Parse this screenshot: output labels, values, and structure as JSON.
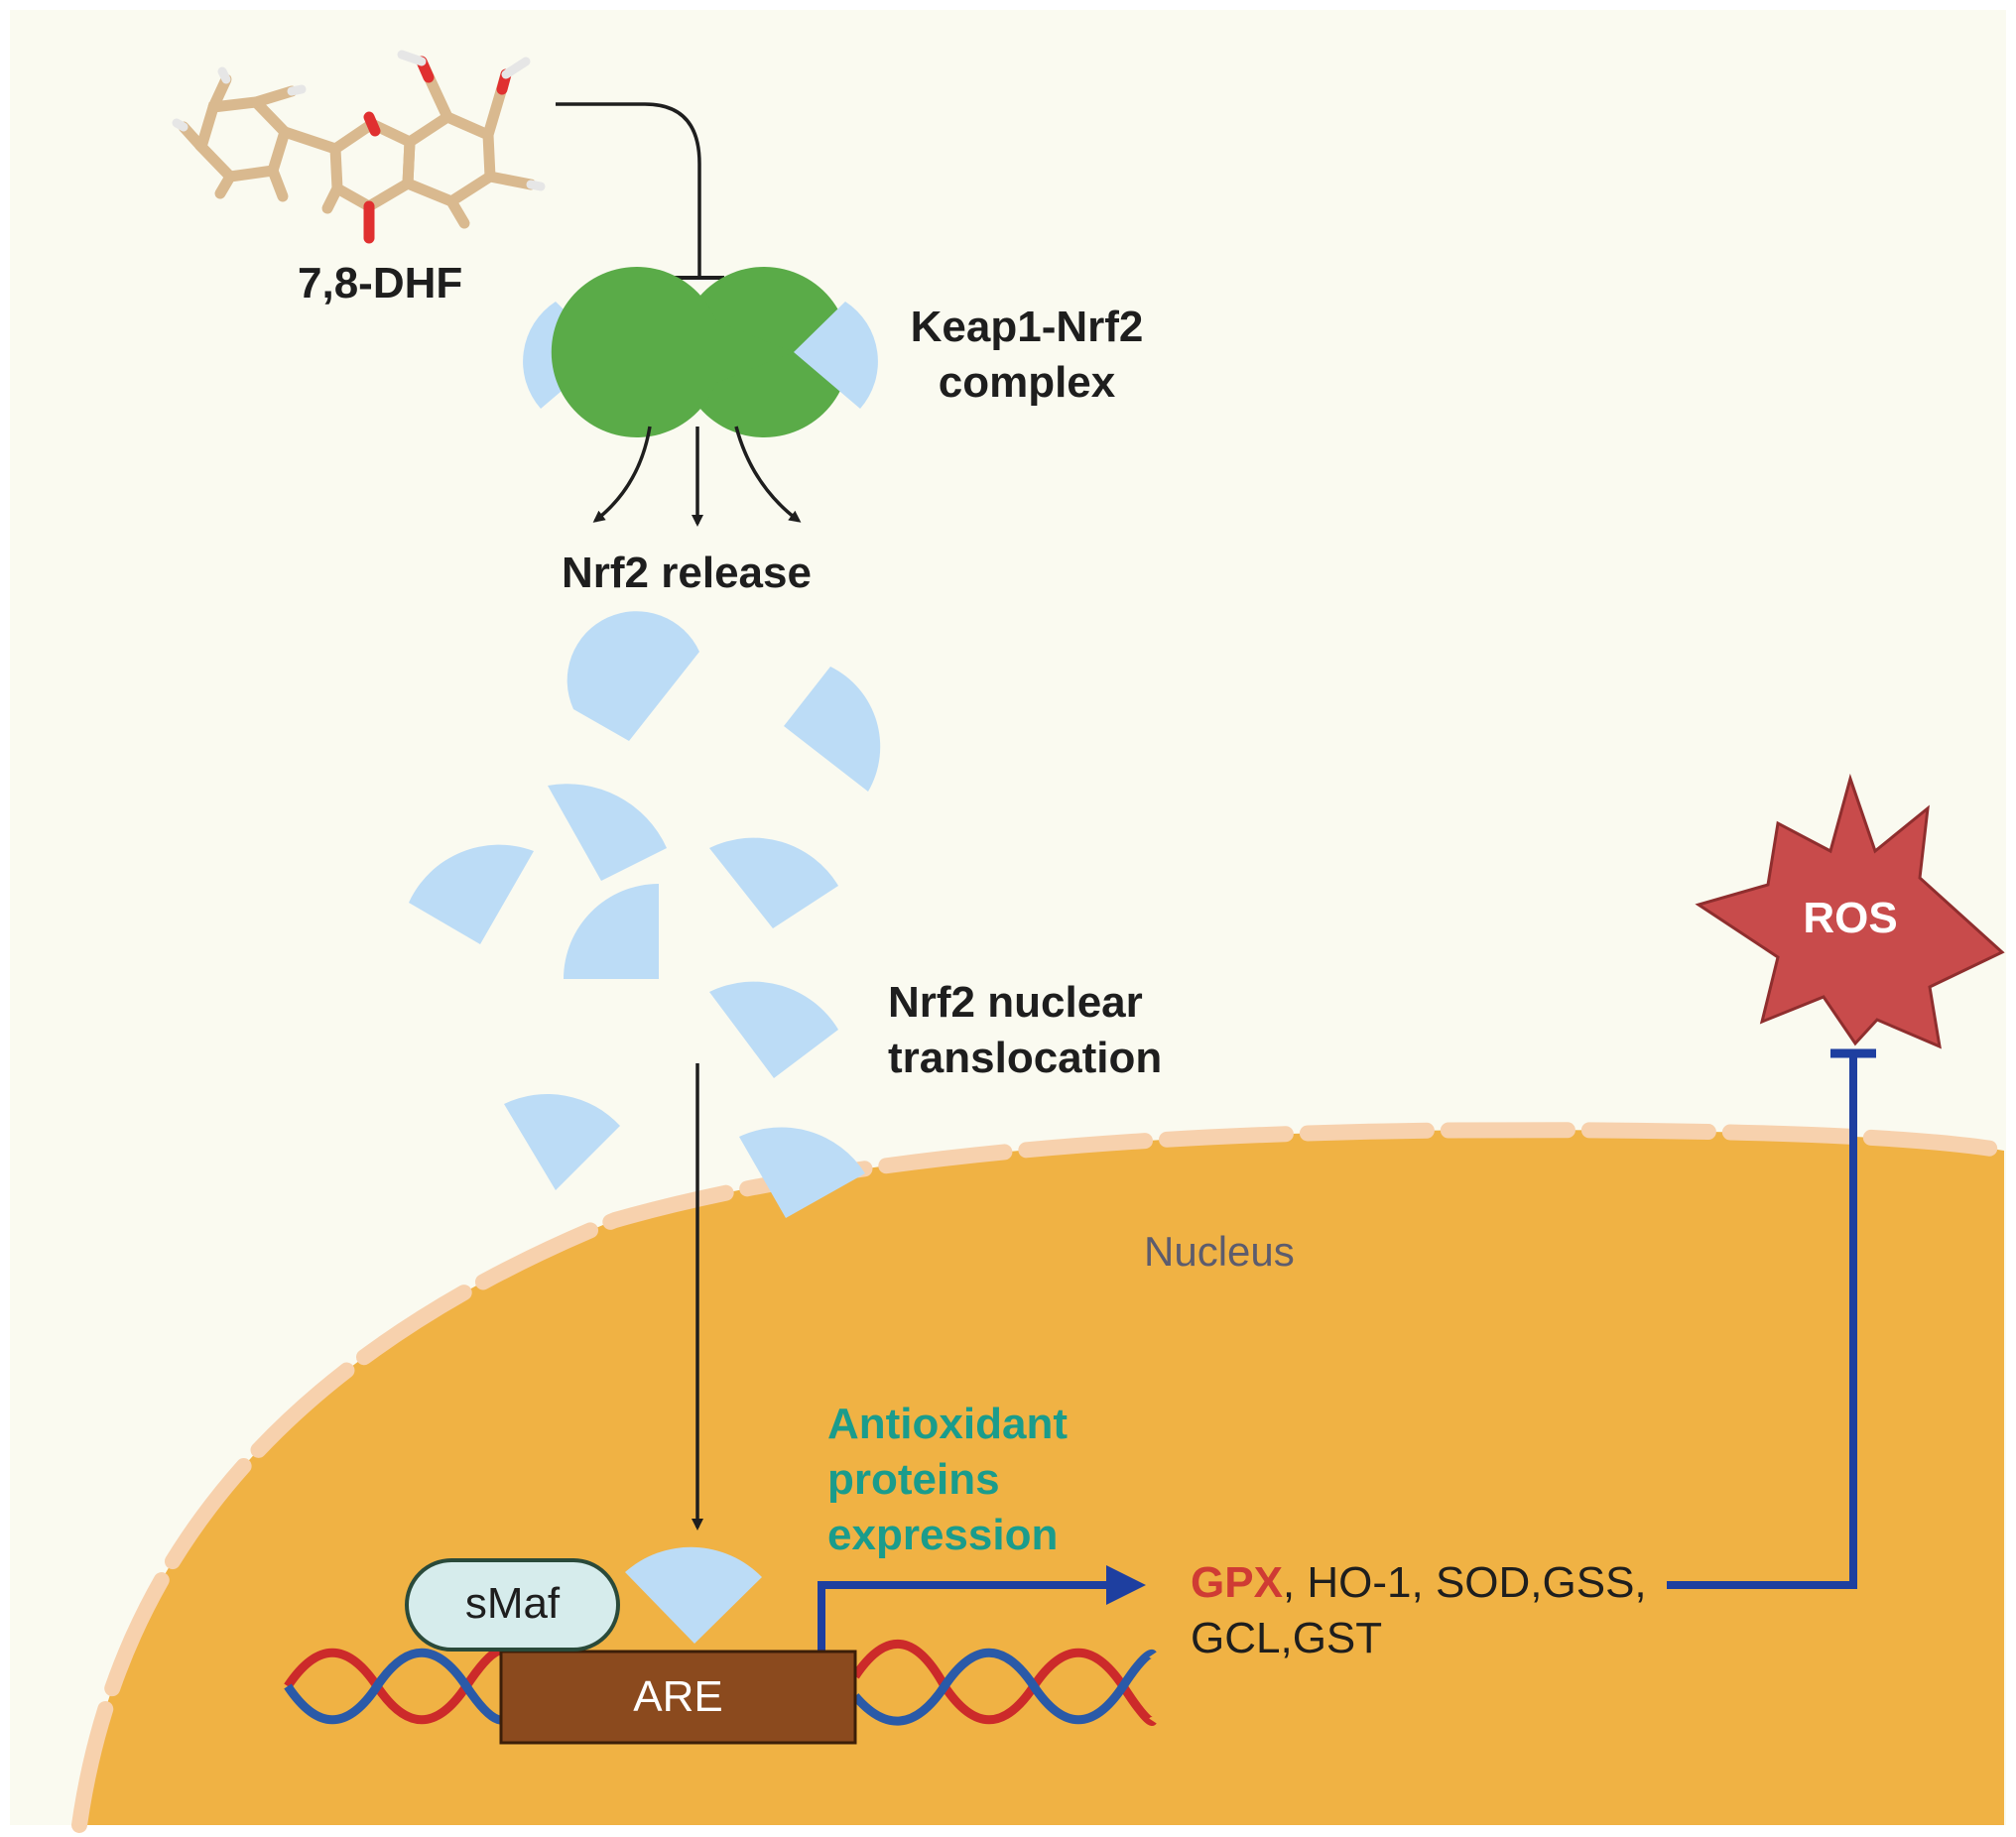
{
  "molecule": {
    "label": "7,8-DHF"
  },
  "complex": {
    "label_line1": "Keap1-Nrf2",
    "label_line2": "complex"
  },
  "release": {
    "label": "Nrf2 release"
  },
  "translocation": {
    "label_line1": "Nrf2 nuclear",
    "label_line2": "translocation"
  },
  "nucleus": {
    "label": "Nucleus"
  },
  "expression": {
    "label_line1": "Antioxidant",
    "label_line2": "proteins",
    "label_line3": "expression"
  },
  "smaf": {
    "label": "sMaf"
  },
  "are": {
    "label": "ARE"
  },
  "genes": {
    "highlight": "GPX",
    "rest_line1": ", HO-1, SOD,GSS,",
    "line2": "GCL,GST"
  },
  "ros": {
    "label": "ROS"
  },
  "colors": {
    "background": "#fafaf0",
    "nucleus": "#f0b244",
    "nuclear_envelope": "#f7d1ad",
    "keap1": "#5aab48",
    "nrf2": "#bcdcf6",
    "ros": "#c84b4b",
    "arrow_blue": "#1e3fa0",
    "are_box": "#8b4a1e",
    "smaf": "#d6ecec",
    "dna_red": "#cc2a2a",
    "dna_blue": "#2a5aa8",
    "teal_text": "#1a9c8c",
    "gpx_text": "#cf3b34"
  }
}
